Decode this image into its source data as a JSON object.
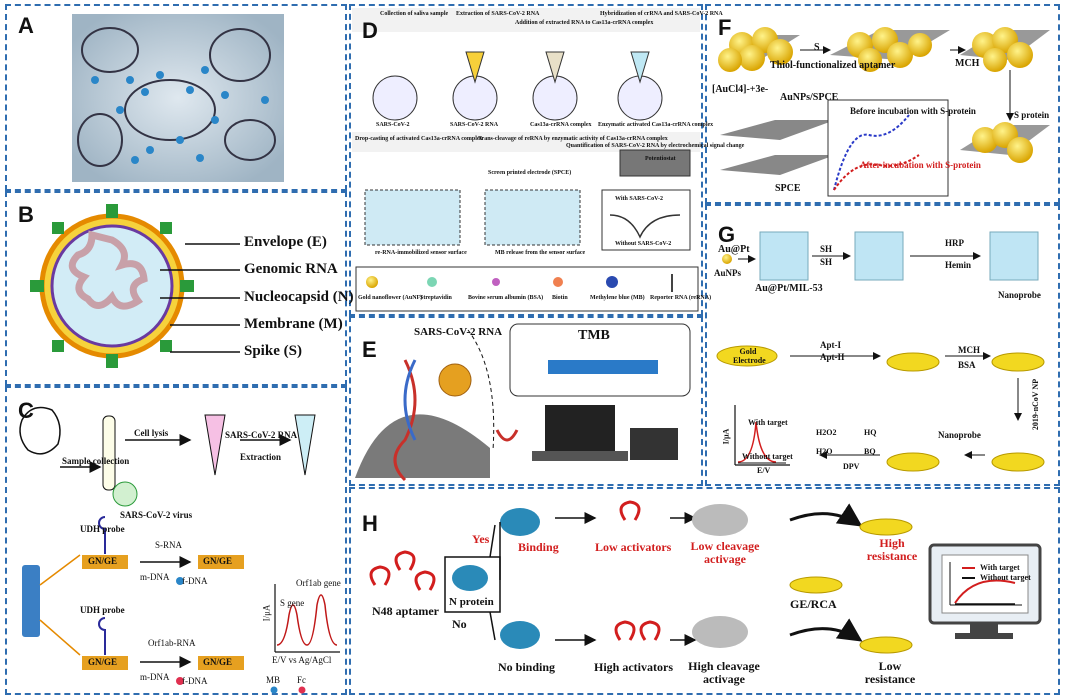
{
  "panels": {
    "A": {
      "label": "A"
    },
    "B": {
      "label": "B",
      "parts": [
        "Envelope (E)",
        "Genomic RNA",
        "Nucleocapsid (N)",
        "Membrane (M)",
        "Spike (S)"
      ]
    },
    "C": {
      "label": "C",
      "sample_collection": "Sample collection",
      "cell_lysis": "Cell lysis",
      "rna": "SARS-CoV-2 RNA",
      "extraction": "Extraction",
      "virus": "SARS-CoV-2 virus",
      "udh_probe": "UDH probe",
      "s_rna": "S-RNA",
      "orf_rna": "Orf1ab-RNA",
      "gnge": "GN/GE",
      "m_dna": "m-DNA",
      "f_dna": "f-DNA",
      "orf_gene": "Orf1ab gene",
      "s_gene": "S gene",
      "y_axis": "I/μA",
      "x_axis": "E/V vs Ag/AgCl",
      "legend_mb": "MB",
      "legend_fc": "Fc"
    },
    "D": {
      "label": "D",
      "steps": [
        "Collection of saliva sample",
        "Extraction of SARS-CoV-2 RNA",
        "Addition of extracted RNA to Cas13a-crRNA complex",
        "Hybridization of crRNA and SARS-CoV-2 RNA"
      ],
      "sub_labels": [
        "SARS-CoV-2",
        "SARS-CoV-2 RNA",
        "Cas13a-crRNA complex",
        "Enzymatic activated Cas13a-crRNA complex"
      ],
      "steps2": [
        "Drop-casting of activated Cas13a-crRNA complex",
        "Trans-cleavage of reRNA by enzymatic activity of Cas13a-crRNA complex",
        "Quantification of SARS-CoV-2 RNA by electrochemical signal change"
      ],
      "spce": "Screen printed electrode (SPCE)",
      "potentiostat": "Potentiostat",
      "immobilized": "re-RNA-immobilized sensor surface",
      "mb_release": "MB release from the sensor surface",
      "with": "With SARS-CoV-2",
      "without": "Without SARS-CoV-2",
      "legend": [
        "Gold nanoflower (AuNF)",
        "Streptavidin",
        "Bovine serum albumin (BSA)",
        "Biotin",
        "Methylene blue (MB)",
        "Reporter RNA (reRNA)"
      ]
    },
    "E": {
      "label": "E",
      "rna": "SARS-CoV-2 RNA",
      "tmb": "TMB"
    },
    "F": {
      "label": "F",
      "s": "S",
      "aptamer": "Thiol-functionalized aptamer",
      "mch": "MCH",
      "aucl": "[AuCl4]-+3e-",
      "aunps": "AuNPs/SPCE",
      "spce": "SPCE",
      "s_protein": "S protein",
      "before": "Before incubation with S-protein",
      "after": "After incubation with S-protein"
    },
    "G": {
      "label": "G",
      "aupt": "Au@Pt",
      "aunps": "AuNPs",
      "mil": "Au@Pt/MIL-53",
      "sh": "SH",
      "hrp": "HRP",
      "hemin": "Hemin",
      "nanoprobe": "Nanoprobe",
      "gold": "Gold Electrode",
      "apt1": "Apt-I",
      "apt2": "Apt-II",
      "mch": "MCH",
      "bsa": "BSA",
      "ncov": "2019-nCoV NP",
      "with_target": "With target",
      "without_target": "Without target",
      "x_axis": "E/V",
      "y_axis": "I/μA",
      "h2o2": "H2O2",
      "h2o": "H2O",
      "hq": "HQ",
      "bq": "BQ",
      "dpv": "DPV"
    },
    "H": {
      "label": "H",
      "aptamer": "N48 aptamer",
      "n_protein": "N protein",
      "yes": "Yes",
      "no": "No",
      "binding": "Binding",
      "no_binding": "No binding",
      "low_act": "Low activators",
      "high_act": "High activators",
      "low_cleave": "Low cleavage activage",
      "high_cleave": "High cleavage activage",
      "high_res": "High resistance",
      "low_res": "Low resistance",
      "gerca": "GE/RCA",
      "with_target": "With target",
      "without_target": "Without target"
    }
  },
  "colors": {
    "border": "#2f6db0",
    "red": "#d21e1e",
    "cyan": "#39c6e0",
    "gold": "#f2c81e"
  }
}
